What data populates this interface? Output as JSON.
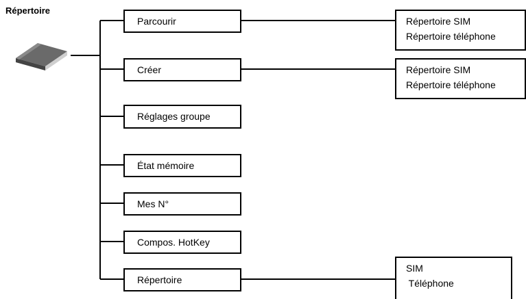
{
  "title": "Répertoire",
  "menu": [
    {
      "label": "Parcourir",
      "sub": [
        "Répertoire SIM",
        "Répertoire téléphone"
      ]
    },
    {
      "label": "Créer",
      "sub": [
        "Répertoire SIM",
        "Répertoire téléphone"
      ]
    },
    {
      "label": "Réglages groupe"
    },
    {
      "label": "État mémoire"
    },
    {
      "label": "Mes N°"
    },
    {
      "label": "Compos. HotKey"
    },
    {
      "label": "Répertoire",
      "sub": [
        "SIM",
        " Téléphone"
      ]
    }
  ],
  "icons": {
    "root": "phonebook-icon"
  }
}
